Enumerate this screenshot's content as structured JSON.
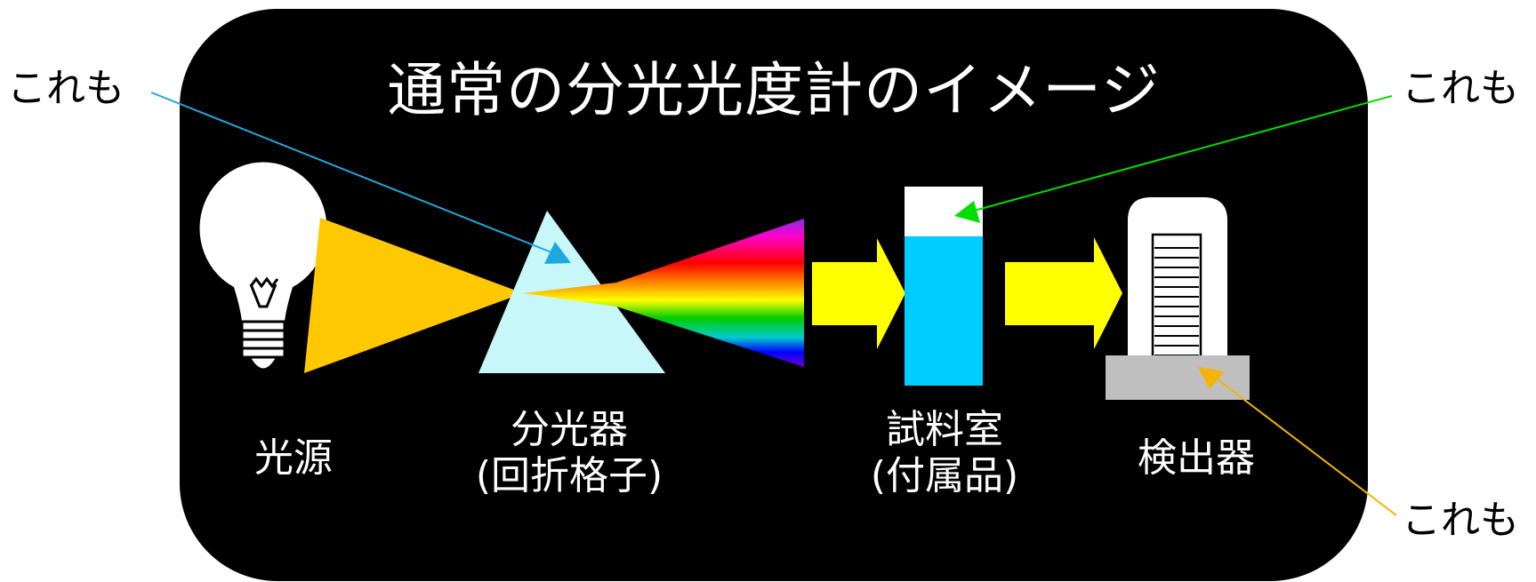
{
  "title": "通常の分光光度計のイメージ",
  "components": {
    "light_source": "光源",
    "monochromator": {
      "line1": "分光器",
      "line2": "(回折格子)"
    },
    "sample_chamber": {
      "line1": "試料室",
      "line2": "(付属品)"
    },
    "detector": "検出器"
  },
  "callouts": {
    "top_left": "これも",
    "top_right": "これも",
    "bottom_right": "これも"
  },
  "colors": {
    "background": "#000000",
    "beam": "#FFC800",
    "arrow": "#FFFF00",
    "prism": "#C8F7FA",
    "sample_liquid": "#00CCFF",
    "detector_base": "#BFBFBF",
    "callout_prism": "#1EA8E0",
    "callout_cell": "#00DD00",
    "callout_detector": "#F4B400"
  },
  "icons": {
    "light_source": "light-bulb-icon",
    "monochromator": "prism-icon",
    "sample_chamber": "cuvette-icon",
    "detector": "detector-icon"
  }
}
